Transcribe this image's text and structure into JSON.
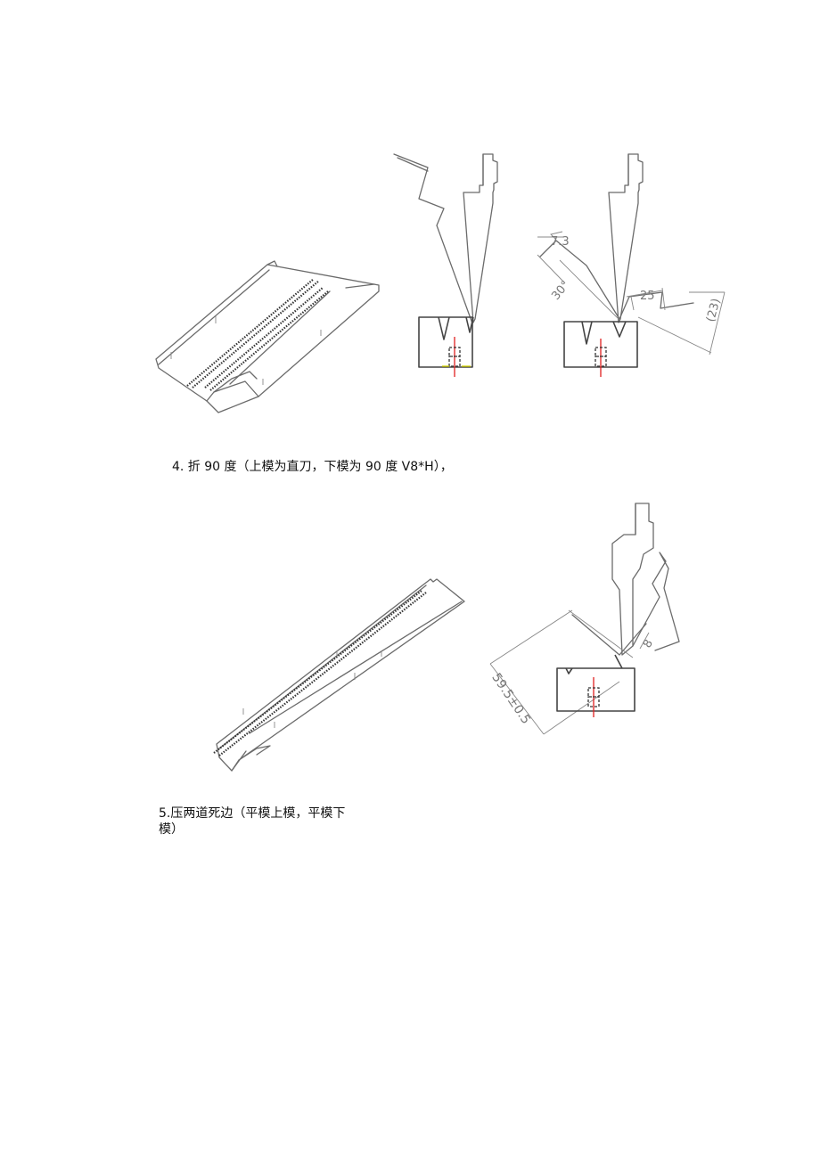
{
  "captions": {
    "step4": "4. 折 90 度（上模为直刀，下模为 90 度 V8*H），",
    "step5_line1": "5.压两道死边（平模上模，平模下",
    "step5_line2": "模）"
  },
  "dimensions": {
    "d1": "7.3",
    "d2": "30°",
    "d3": "25",
    "d4": "(23)",
    "d5": "8",
    "d6": "59.5±0.5"
  }
}
